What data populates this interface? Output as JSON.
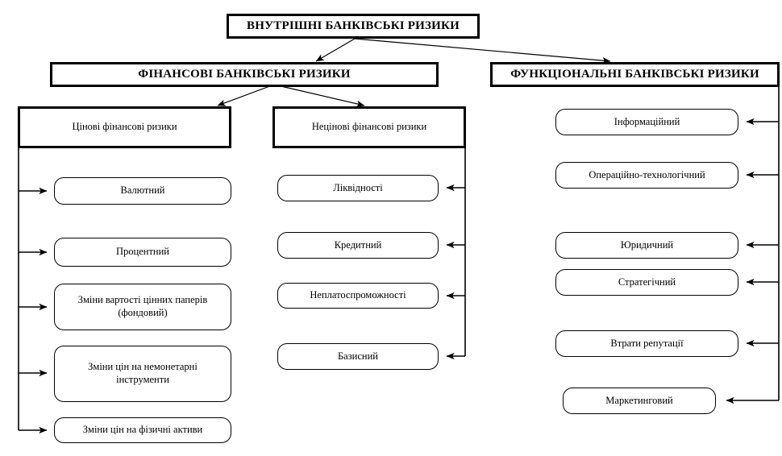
{
  "diagram": {
    "title": "ВНУТРІШНІ БАНКІВСЬКІ РИЗИКИ",
    "type": "hierarchy-tree",
    "colors": {
      "stroke": "#000000",
      "fill": "#ffffff",
      "text": "#000000"
    },
    "root": {
      "label": "ВНУТРІШНІ БАНКІВСЬКІ РИЗИКИ"
    },
    "branches": [
      {
        "label": "ФІНАНСОВІ БАНКІВСЬКІ РИЗИКИ"
      },
      {
        "label": "ФУНКЦІОНАЛЬНІ БАНКІВСЬКІ РИЗИКИ"
      }
    ],
    "groups": [
      {
        "label": "Цінові фінансові ризики"
      },
      {
        "label": "Нецінові фінансові ризики"
      }
    ],
    "price_risks": [
      {
        "label": "Валютний"
      },
      {
        "label": "Процентний"
      },
      {
        "label": "Зміни вартості цінних паперів\n(фондовий)"
      },
      {
        "label": "Зміни цін на немонетарні\nінструменти"
      },
      {
        "label": "Зміни цін на фізичні активи"
      }
    ],
    "nonprice_risks": [
      {
        "label": "Ліквідності"
      },
      {
        "label": "Кредитний"
      },
      {
        "label": "Неплатоспроможності"
      },
      {
        "label": "Базисний"
      }
    ],
    "functional_risks": [
      {
        "label": "Інформаційний"
      },
      {
        "label": "Операційно-технологічний"
      },
      {
        "label": "Юридичний"
      },
      {
        "label": "Стратегічний"
      },
      {
        "label": "Втрати репутації"
      },
      {
        "label": "Маркетинговий"
      }
    ]
  }
}
